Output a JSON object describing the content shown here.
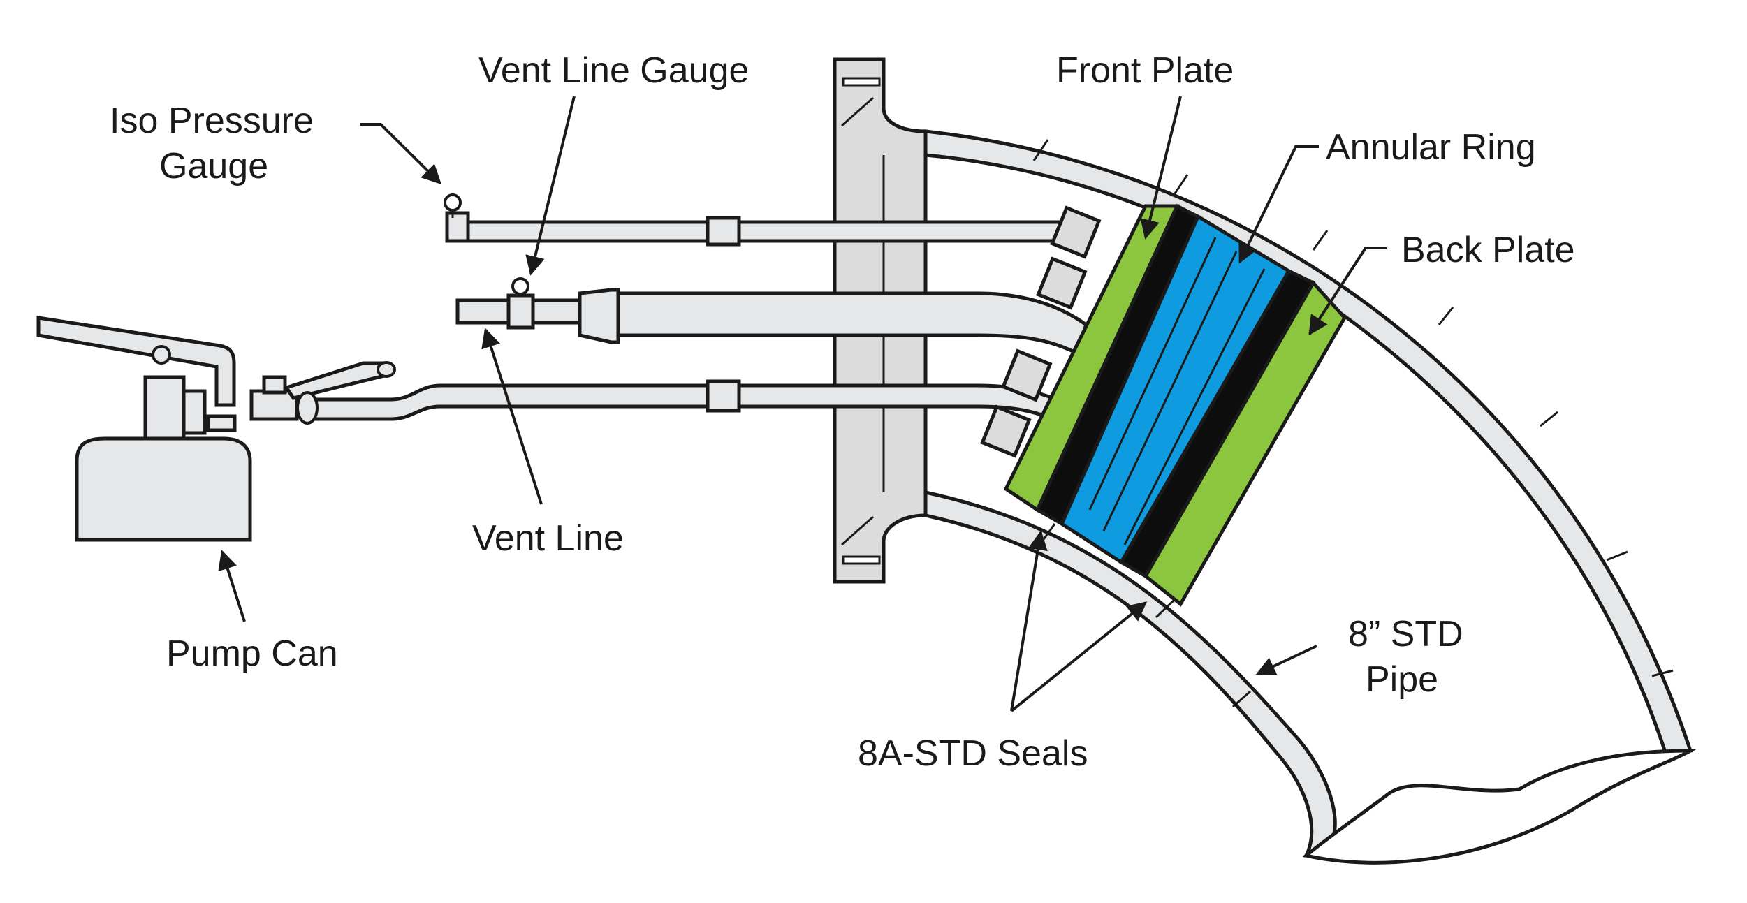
{
  "labels": {
    "iso_pressure_gauge_line1": "Iso Pressure",
    "iso_pressure_gauge_line2": "Gauge",
    "vent_line_gauge": "Vent Line Gauge",
    "front_plate": "Front Plate",
    "annular_ring": "Annular Ring",
    "back_plate": "Back Plate",
    "vent_line": "Vent Line",
    "pump_can": "Pump Can",
    "seals": "8A-STD Seals",
    "pipe_line1": "8” STD",
    "pipe_line2": "Pipe"
  },
  "colors": {
    "plate_green": "#8cc63f",
    "ring_blue": "#0e9be0",
    "seal_black": "#0d0d0d",
    "steel_gray": "#e6e7e8",
    "outline": "#1a1a1a"
  }
}
